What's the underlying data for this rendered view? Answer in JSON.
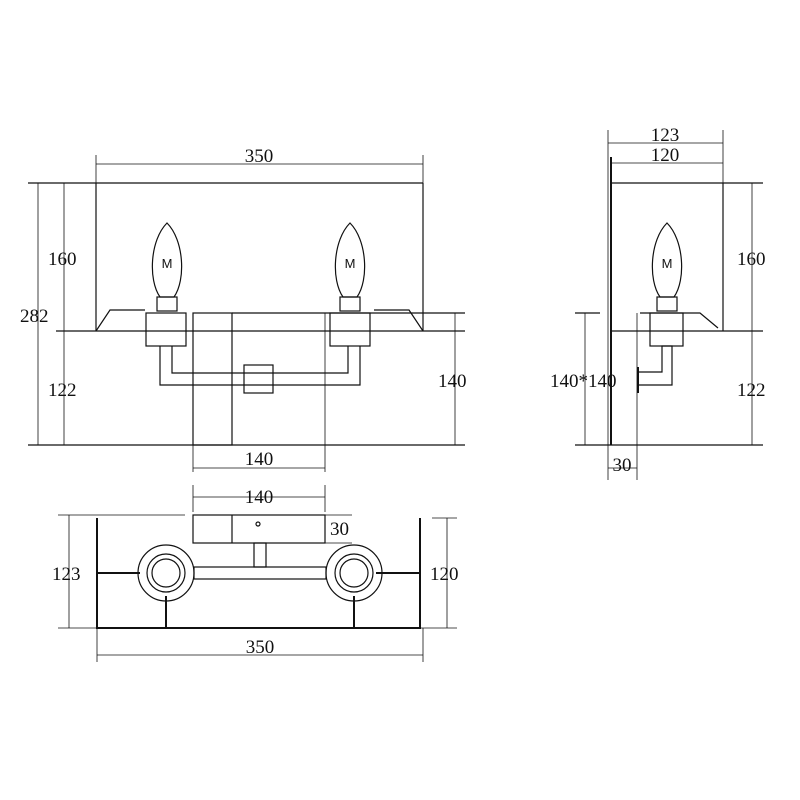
{
  "front_view": {
    "width": "350",
    "total_height": "282",
    "shade_height": "160",
    "lower_height": "122",
    "backplate_height": "140",
    "backplate_width": "140",
    "bulb_mark": "M"
  },
  "side_view": {
    "depth_outer": "123",
    "depth_inner": "120",
    "shade_height": "160",
    "lower_height": "122",
    "backplate_size": "140*140",
    "backplate_thickness": "30",
    "bulb_mark": "M"
  },
  "top_view": {
    "backplate_width": "140",
    "backplate_thickness": "30",
    "depth_left": "123",
    "depth_right": "120",
    "width": "350"
  }
}
